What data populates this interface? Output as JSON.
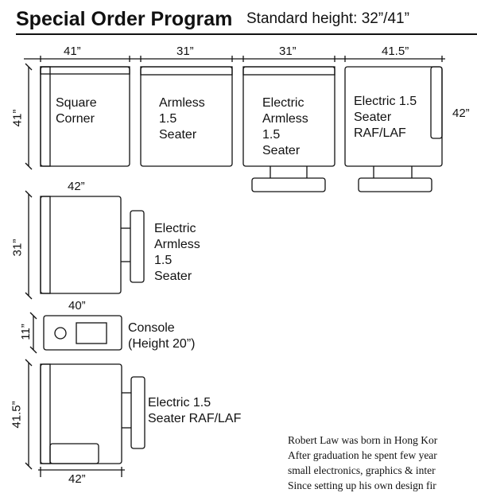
{
  "header": {
    "title": "Special Order Program",
    "subtitle": "Standard height: 32”/41”"
  },
  "pieces": [
    {
      "name": "square-corner",
      "label_lines": [
        "Square",
        "Corner"
      ],
      "width_label": "41”",
      "depth_label": "41”"
    },
    {
      "name": "armless-1-5-seater",
      "label_lines": [
        "Armless",
        "1.5",
        "Seater"
      ],
      "width_label": "31”"
    },
    {
      "name": "electric-armless-1-5-seater",
      "label_lines": [
        "Electric",
        "Armless",
        "1.5",
        "Seater"
      ],
      "width_label": "31”"
    },
    {
      "name": "electric-1-5-seater-raf-laf",
      "label_lines": [
        "Electric 1.5",
        "Seater",
        "RAF/LAF"
      ],
      "width_label": "41.5”",
      "depth_label": "42”"
    },
    {
      "name": "electric-armless-side",
      "label_lines": [
        "Electric",
        "Armless",
        "1.5",
        "Seater"
      ],
      "width_label": "42”",
      "depth_label": "31”"
    },
    {
      "name": "console",
      "label_lines": [
        "Console",
        "(Height 20”)"
      ],
      "width_label": "40”",
      "depth_label": "11”"
    },
    {
      "name": "electric-1-5-seater-side",
      "label_lines": [
        "Electric 1.5",
        "Seater RAF/LAF"
      ],
      "width_label": "42”",
      "depth_label": "41.5”"
    }
  ],
  "bio_lines": [
    "Robert Law was born in Hong Kor",
    "After graduation he spent few year",
    "small electronics, graphics & inter",
    "Since setting up his own design fir"
  ]
}
